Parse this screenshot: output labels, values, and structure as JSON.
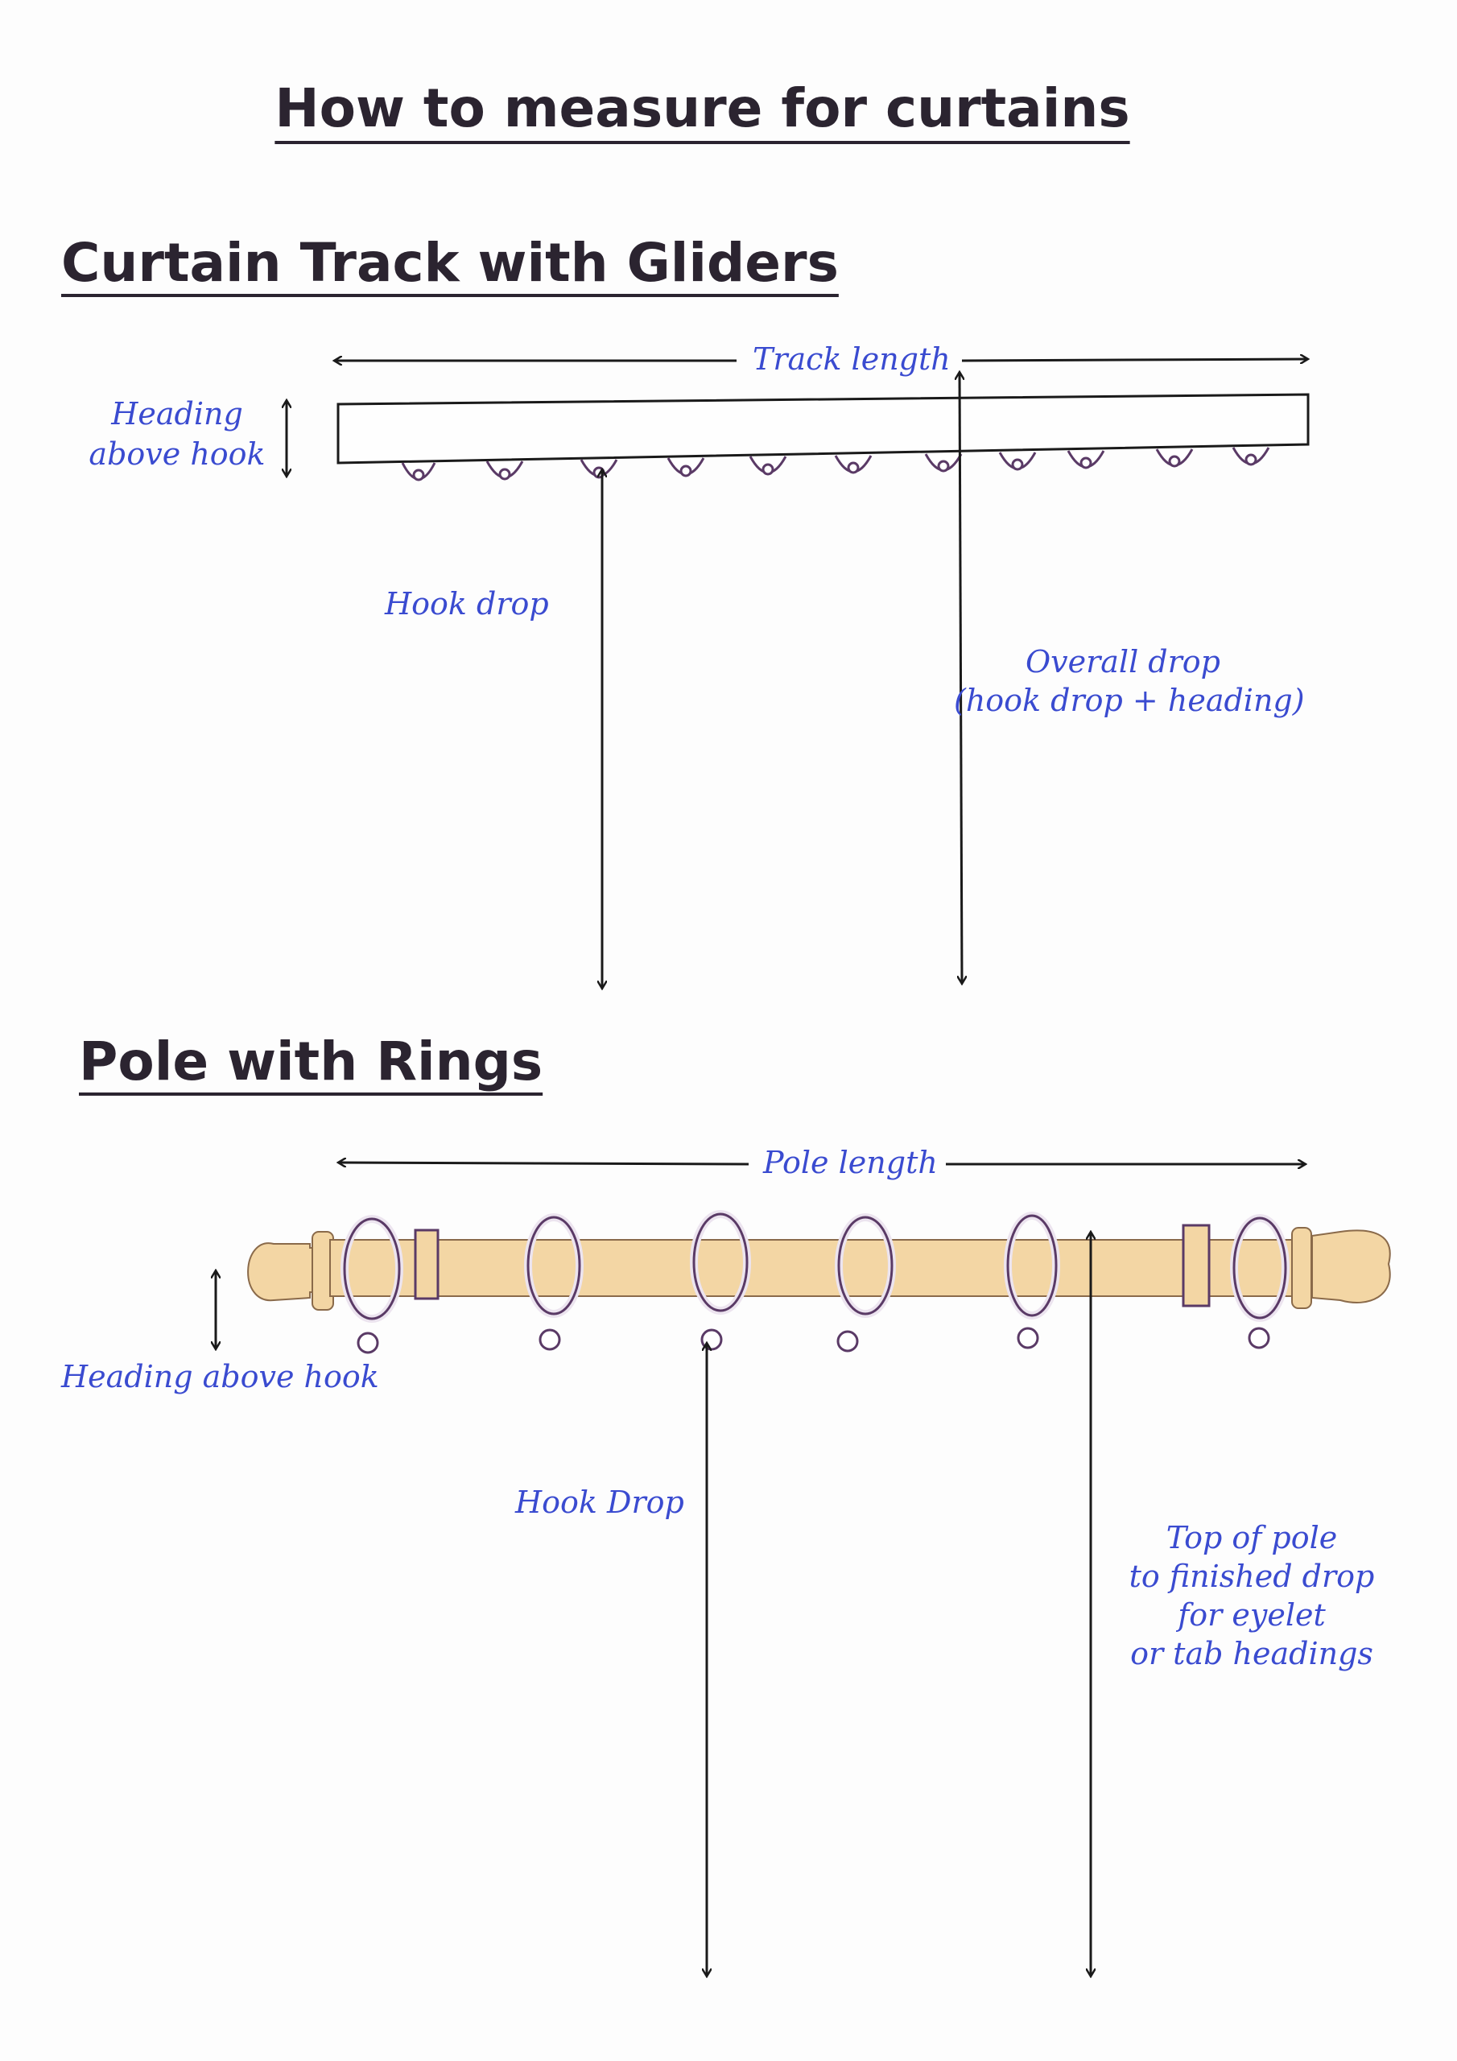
{
  "title": "How to measure for curtains",
  "track": {
    "heading": "Curtain Track with Gliders",
    "track_length": "Track length",
    "heading_above_hook_line1": "Heading",
    "heading_above_hook_line2": "above hook",
    "hook_drop": "Hook drop",
    "overall_drop_line1": "Overall drop",
    "overall_drop_line2": "(hook drop + heading)"
  },
  "pole": {
    "heading": "Pole with Rings",
    "pole_length": "Pole length",
    "heading_above_hook": "Heading above hook",
    "hook_drop": "Hook Drop",
    "top_of_pole_line1": "Top of pole",
    "top_of_pole_line2": "to finished drop",
    "top_of_pole_line3": "for eyelet",
    "top_of_pole_line4": "or tab headings"
  },
  "colors": {
    "ink": "#2b2430",
    "label_blue": "#3a4bd0",
    "pole_wood": "#f3d6a4",
    "outline_purple": "#5a3a66"
  }
}
